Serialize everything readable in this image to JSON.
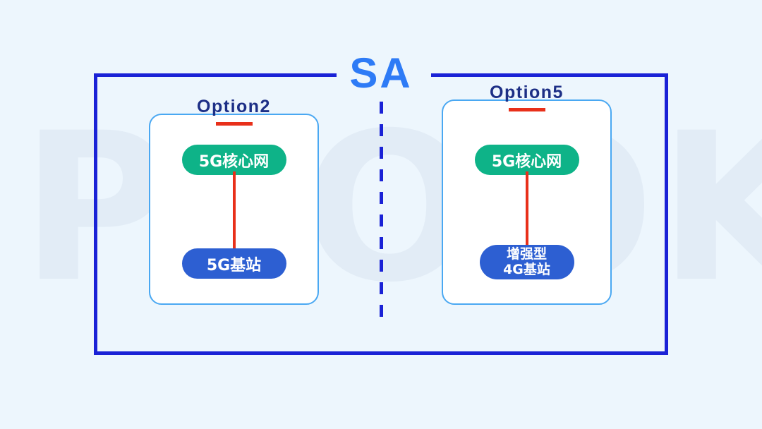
{
  "background": {
    "color": "#edf6fd",
    "watermark_text": "IPLOOK",
    "watermark_color": "#e2ecf6"
  },
  "frame": {
    "title": "SA",
    "title_color": "#2e7bf6",
    "border_color": "#1a22d6"
  },
  "divider": {
    "style": "dashed-vertical",
    "color": "#1a22d6"
  },
  "colors": {
    "core_node": "#0eb388",
    "ran_node": "#2d5fd2",
    "connector": "#e8301a",
    "card_border": "#4aa8f2",
    "card_title": "#1d2f86",
    "title_underline": "#e8301a"
  },
  "options": [
    {
      "id": "option2",
      "title": "Option2",
      "nodes": [
        {
          "name": "core-network",
          "label": "5G核心网",
          "type": "core"
        },
        {
          "name": "base-station",
          "label": "5G基站",
          "type": "ran"
        }
      ],
      "connector": {
        "from": "core-network",
        "to": "base-station",
        "color": "#e8301a"
      }
    },
    {
      "id": "option5",
      "title": "Option5",
      "nodes": [
        {
          "name": "core-network",
          "label": "5G核心网",
          "type": "core"
        },
        {
          "name": "base-station",
          "label": "增强型\n4G基站",
          "type": "ran"
        }
      ],
      "connector": {
        "from": "core-network",
        "to": "base-station",
        "color": "#e8301a"
      }
    }
  ]
}
